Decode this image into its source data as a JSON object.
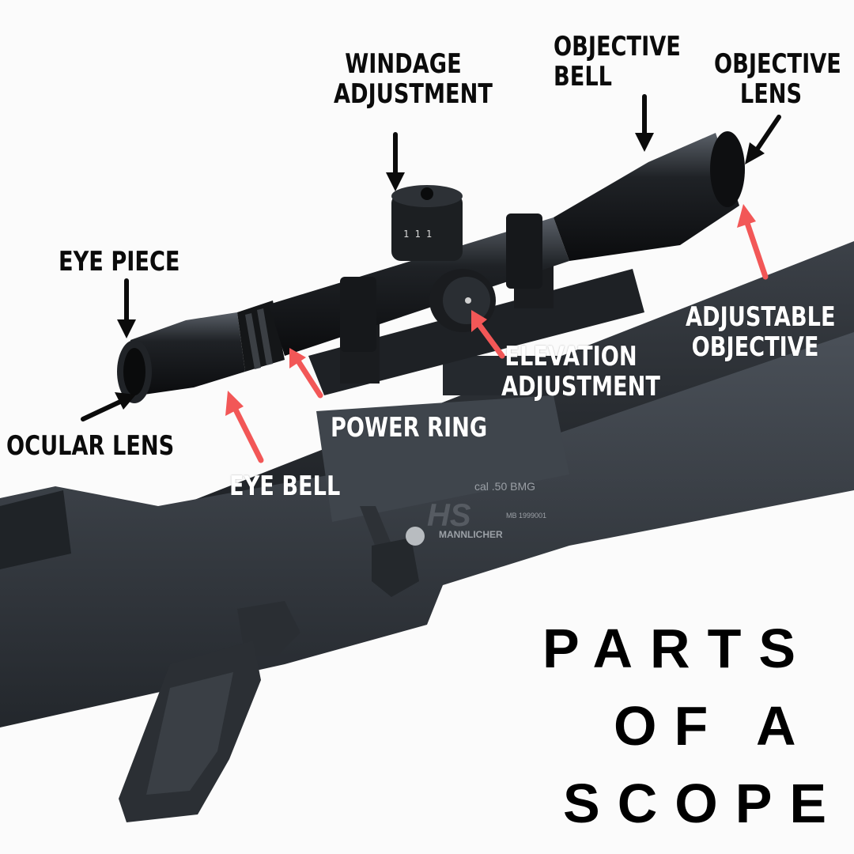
{
  "title": {
    "line1": "PARTS",
    "line2": "OF A",
    "line3": "SCOPE"
  },
  "labels": {
    "windage": [
      "WINDAGE",
      "ADJUSTMENT"
    ],
    "objective_bell": [
      "OBJECTIVE",
      "BELL"
    ],
    "objective_lens": [
      "OBJECTIVE",
      "LENS"
    ],
    "eye_piece": [
      "EYE PIECE"
    ],
    "adjustable_objective": [
      "ADJUSTABLE",
      "OBJECTIVE"
    ],
    "elevation": [
      "ELEVATION",
      "ADJUSTMENT"
    ],
    "power_ring": [
      "POWER RING"
    ],
    "ocular_lens": [
      "OCULAR LENS"
    ],
    "eye_bell": [
      "EYE BELL"
    ]
  },
  "rifle_marking": {
    "brand": "HS",
    "caliber": "cal .50 BMG",
    "maker": "MANNLICHER",
    "serial": "MB 1999001"
  },
  "colors": {
    "black_arrow": "#0b0b0b",
    "red_arrow": "#f25757",
    "label_dark": "#0b0b0b",
    "label_light": "#ffffff"
  }
}
